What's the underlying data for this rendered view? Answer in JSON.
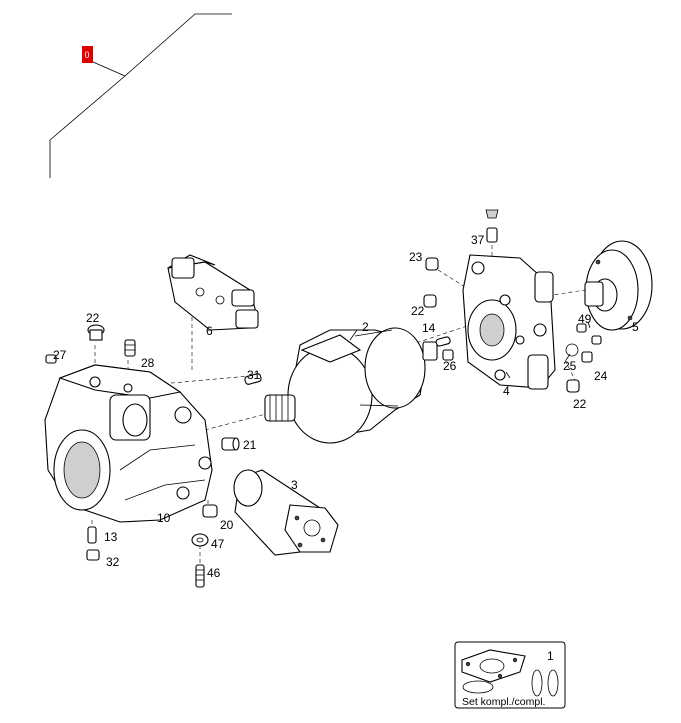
{
  "marker": {
    "label": "0",
    "color": "#e00000"
  },
  "callouts": {
    "c1": "1",
    "c2": "2",
    "c3": "3",
    "c4": "4",
    "c5": "5",
    "c6": "6",
    "c10": "10",
    "c13": "13",
    "c14": "14",
    "c20": "20",
    "c21": "21",
    "c22a": "22",
    "c22b": "22",
    "c22c": "22",
    "c23": "23",
    "c24": "24",
    "c25": "25",
    "c26": "26",
    "c27": "27",
    "c28": "28",
    "c31": "31",
    "c32": "32",
    "c37": "37",
    "c46": "46",
    "c47": "47",
    "c49": "49"
  },
  "seal_kit": {
    "label": "Set kompl./compl.",
    "number": "1"
  }
}
